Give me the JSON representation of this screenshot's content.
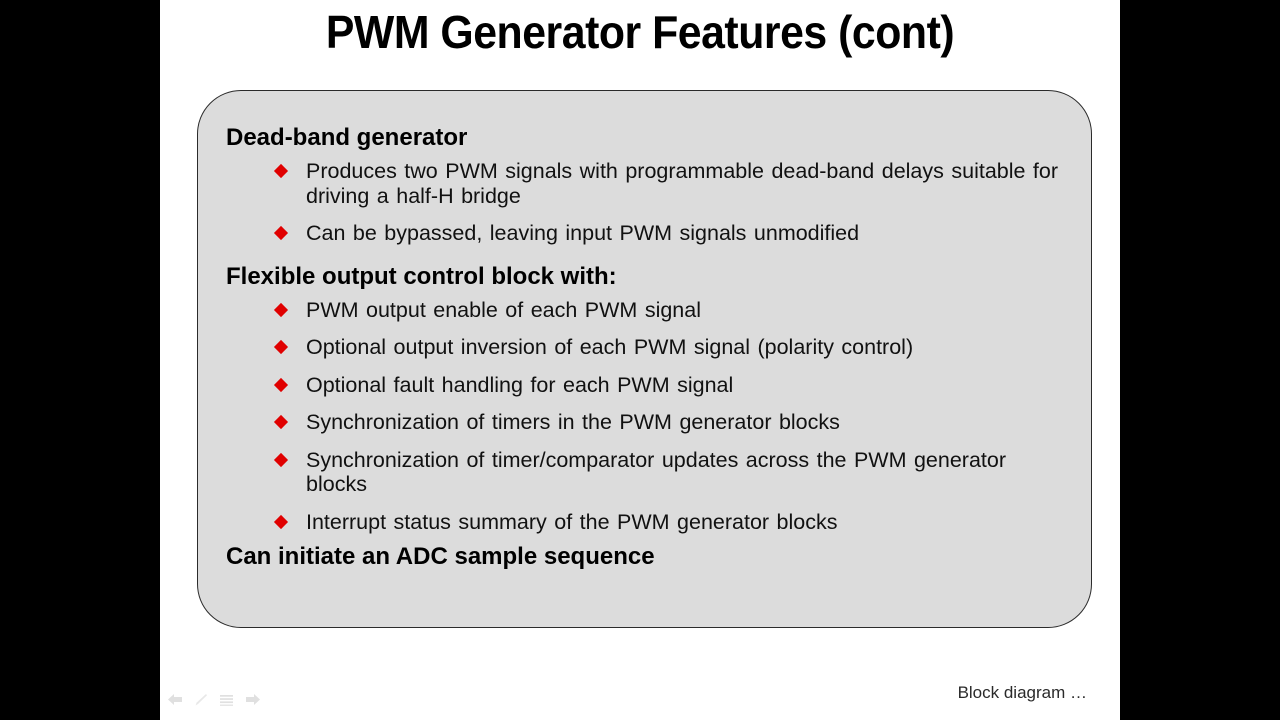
{
  "slide": {
    "title": "PWM Generator Features (cont)",
    "sections": [
      {
        "heading": "Dead-band generator",
        "bullets": [
          "Produces two PWM signals with programmable dead-band delays suitable for driving a half-H bridge",
          "Can be bypassed, leaving input PWM signals unmodified"
        ]
      },
      {
        "heading": "Flexible output control block with:",
        "bullets": [
          "PWM output enable of each PWM signal",
          "Optional output inversion of each PWM signal (polarity control)",
          "Optional fault handling for each PWM signal",
          "Synchronization of timers in the PWM generator blocks",
          "Synchronization of timer/comparator updates across the PWM generator blocks",
          "Interrupt status summary of the PWM generator blocks"
        ]
      }
    ],
    "closing_heading": "Can initiate an ADC sample sequence",
    "footer_note": "Block diagram …"
  },
  "controls": [
    {
      "icon": "previous-arrow-icon",
      "label": "Previous"
    },
    {
      "icon": "pen-icon",
      "label": "Pen"
    },
    {
      "icon": "menu-icon",
      "label": "Menu"
    },
    {
      "icon": "next-arrow-icon",
      "label": "Next"
    }
  ],
  "colors": {
    "bullet_red": "#e00000",
    "box_fill": "#dcdcdc",
    "box_border": "#2b2b2b",
    "slide_background": "#ffffff",
    "letterbox": "#000000"
  }
}
